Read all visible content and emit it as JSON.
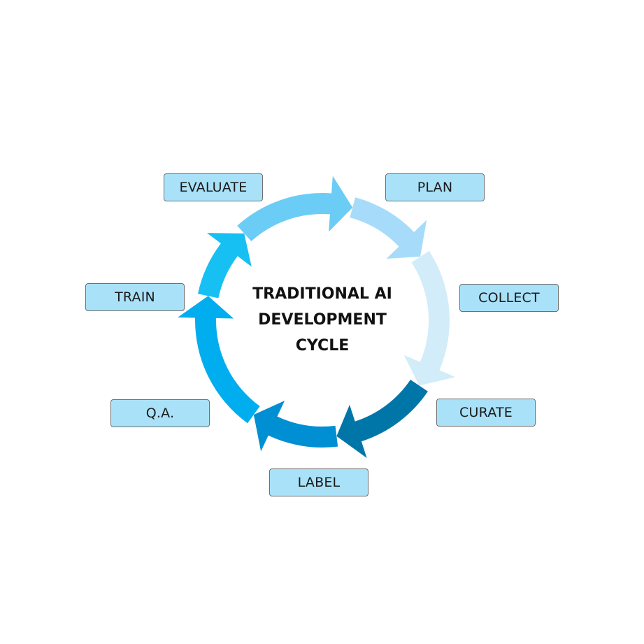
{
  "diagram": {
    "title_lines": [
      "TRADITIONAL AI",
      "DEVELOPMENT",
      "CYCLE"
    ],
    "stages": [
      {
        "label": "PLAN",
        "color": "#a6dcf9"
      },
      {
        "label": "COLLECT",
        "color": "#d2ecfa"
      },
      {
        "label": "CURATE",
        "color": "#0076a8"
      },
      {
        "label": "LABEL",
        "color": "#008fd2"
      },
      {
        "label": "Q.A.",
        "color": "#00aeef"
      },
      {
        "label": "TRAIN",
        "color": "#16c0f3"
      },
      {
        "label": "EVALUATE",
        "color": "#6bcdf5"
      }
    ],
    "box_fill": "#a9e1f8",
    "box_border": "#6f6f6f"
  }
}
